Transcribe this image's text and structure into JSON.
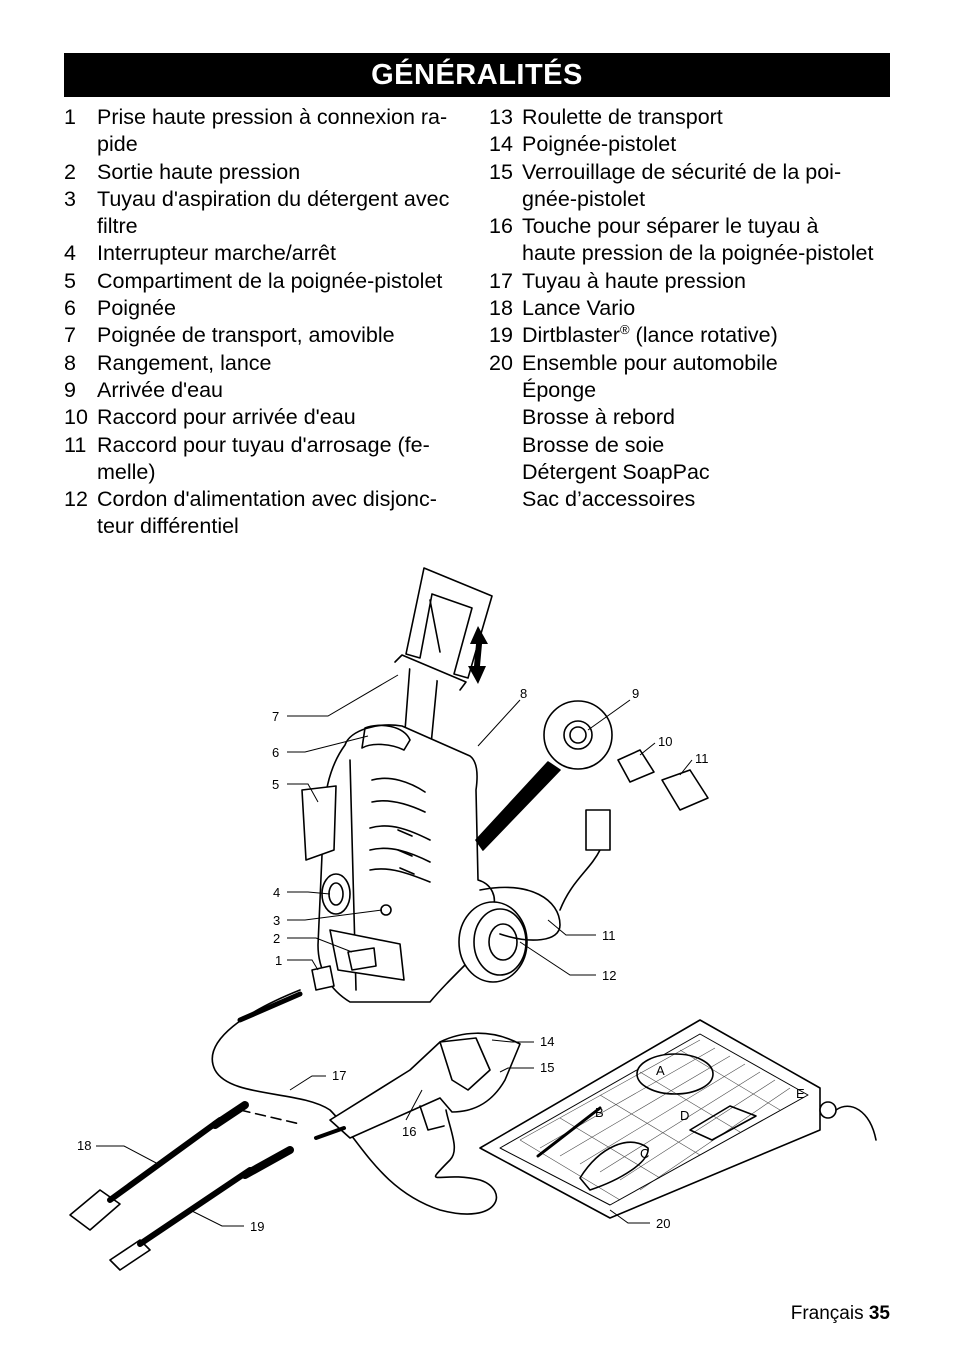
{
  "title": "GÉNÉRALITÉS",
  "left_items": [
    {
      "num": "1",
      "lines": [
        "Prise haute pression à connexion ra-",
        "pide"
      ]
    },
    {
      "num": "2",
      "lines": [
        "Sortie haute pression"
      ]
    },
    {
      "num": "3",
      "lines": [
        "Tuyau d'aspiration du détergent avec",
        "filtre"
      ]
    },
    {
      "num": "4",
      "lines": [
        "Interrupteur marche/arrêt"
      ]
    },
    {
      "num": "5",
      "lines": [
        "Compartiment de la poignée-pistolet"
      ]
    },
    {
      "num": "6",
      "lines": [
        "Poignée"
      ]
    },
    {
      "num": "7",
      "lines": [
        "Poignée de transport, amovible"
      ]
    },
    {
      "num": "8",
      "lines": [
        "Rangement, lance"
      ]
    },
    {
      "num": "9",
      "lines": [
        "Arrivée d'eau"
      ]
    },
    {
      "num": "10",
      "lines": [
        "Raccord pour arrivée d'eau"
      ]
    },
    {
      "num": "11",
      "lines": [
        "Raccord pour tuyau d'arrosage (fe-",
        "melle)"
      ]
    },
    {
      "num": "12",
      "lines": [
        "Cordon d'alimentation avec disjonc-",
        "teur différentiel"
      ]
    }
  ],
  "right_items": [
    {
      "num": "13",
      "lines": [
        "Roulette de transport"
      ]
    },
    {
      "num": "14",
      "lines": [
        "Poignée-pistolet"
      ]
    },
    {
      "num": "15",
      "lines": [
        "Verrouillage de sécurité de la poi-",
        "gnée-pistolet"
      ]
    },
    {
      "num": "16",
      "lines": [
        "Touche pour séparer le tuyau à",
        "haute pression de la poignée-pistolet"
      ]
    },
    {
      "num": "17",
      "lines": [
        "Tuyau à haute pression"
      ]
    },
    {
      "num": "18",
      "lines": [
        "Lance Vario"
      ]
    },
    {
      "num": "19",
      "lines": [
        "Dirtblaster",
        "(lance rotative)"
      ],
      "sup": "®"
    },
    {
      "num": "20",
      "lines": [
        "Ensemble pour automobile",
        "Éponge",
        "Brosse à rebord",
        "Brosse de soie",
        "Détergent SoapPac",
        "Sac d’accessoires"
      ]
    }
  ],
  "figure_callouts": {
    "c7": "7",
    "c6": "6",
    "c5": "5",
    "c4": "4",
    "c3": "3",
    "c2": "2",
    "c1": "1",
    "c8": "8",
    "c9": "9",
    "c10": "10",
    "c11a": "11",
    "c11b": "11",
    "c12": "12",
    "c14": "14",
    "c15": "15",
    "c16": "16",
    "c17": "17",
    "c18": "18",
    "c19": "19",
    "c20": "20",
    "kA": "A",
    "kB": "B",
    "kC": "C",
    "kD": "D",
    "kE": "E"
  },
  "footer": {
    "language": "Français",
    "page": "35"
  }
}
